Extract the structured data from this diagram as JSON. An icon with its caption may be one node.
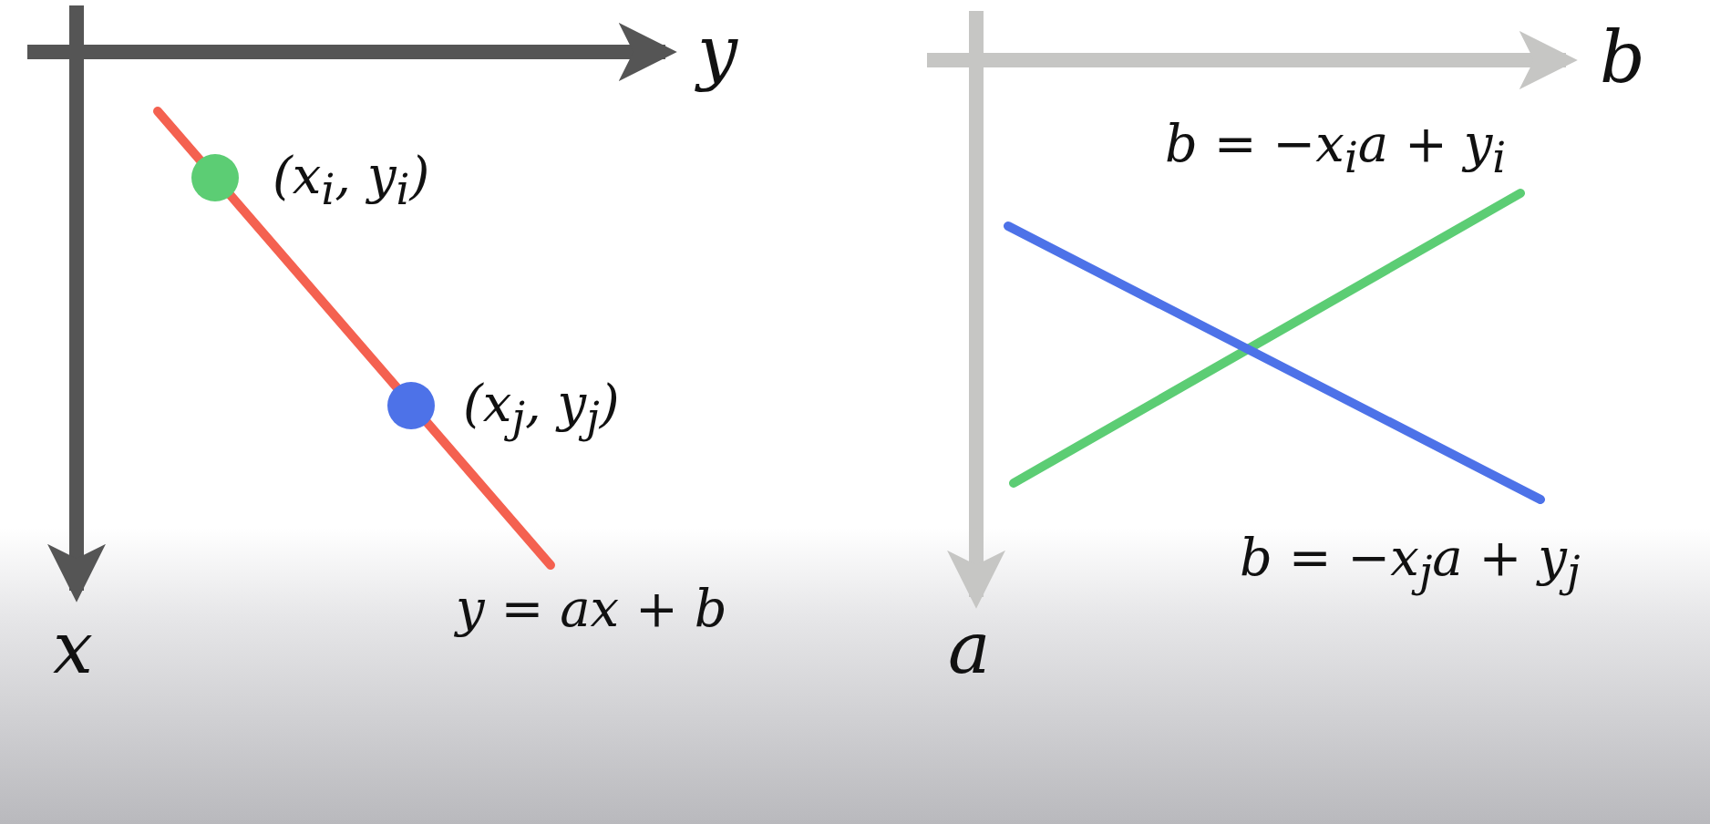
{
  "diagram": {
    "nodes": [
      {
        "text": [],
        "shape": "circle",
        "beside": [
          "(x$_{i}$, y$_{i}$)"
        ]
      },
      {
        "text": [],
        "shape": "circle",
        "beside": [
          "(x$_{j}$, y$_{j}$)"
        ]
      }
    ],
    "labels": [
      "y",
      "x",
      "y = ax + b",
      "b",
      "a",
      "b = −x$_{i}$a + y$_{i}$",
      "b = −x$_{j}$a + y$_{j}$"
    ]
  }
}
